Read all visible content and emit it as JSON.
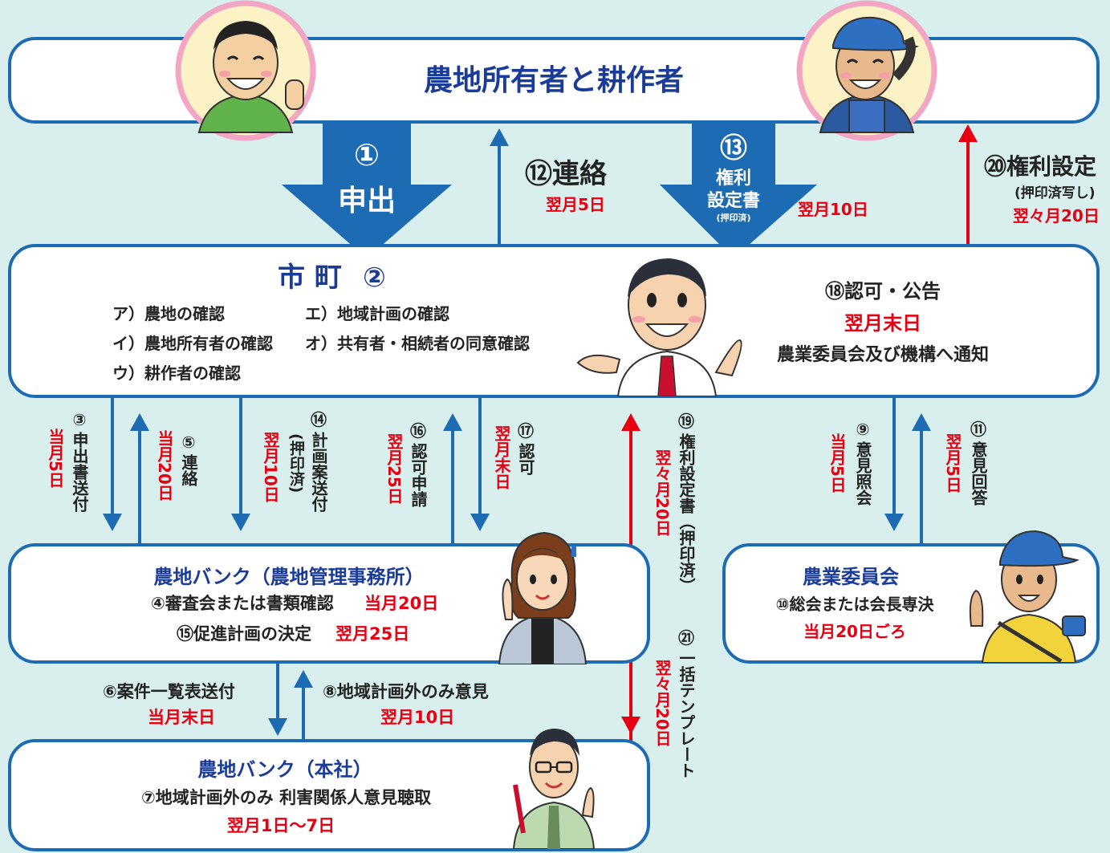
{
  "colors": {
    "background": "#d9efed",
    "box_border": "#1d6bb3",
    "title_blue": "#1a3c98",
    "deadline_red": "#e60012",
    "arrow_blue": "#1d6bb3",
    "arrow_red": "#e60012"
  },
  "top_box": {
    "title": "農地所有者と耕作者"
  },
  "city_box": {
    "title": "市 町",
    "step_num": "②",
    "checks": [
      "ア）農地の確認",
      "イ）農地所有者の確認",
      "ウ）耕作者の確認",
      "エ）地域計画の確認",
      "オ）共有者・相続者の同意確認"
    ],
    "step18_label": "⑱認可・公告",
    "step18_deadline": "翌月末日",
    "step18_note": "農業委員会及び機構へ通知"
  },
  "bank_box": {
    "title": "農地バンク（農地管理事務所）",
    "step4_label": "④審査会または書類確認",
    "step4_deadline": "当月20日",
    "step15_label": "⑮促進計画の決定",
    "step15_deadline": "翌月25日"
  },
  "committee_box": {
    "title": "農業委員会",
    "step10_label": "⑩総会または会長専決",
    "step10_deadline": "当月20日ごろ"
  },
  "hq_box": {
    "title": "農地バンク（本社）",
    "step7_label": "⑦地域計画外のみ 利害関係人意見聴取",
    "step7_deadline": "翌月1日～7日"
  },
  "flows": {
    "s1_num": "①",
    "s1_label": "申出",
    "s12_label": "⑫連絡",
    "s12_deadline": "翌月5日",
    "s13_num": "⑬",
    "s13_line1": "権利",
    "s13_line2": "設定書",
    "s13_note": "(押印済)",
    "s13_deadline": "翌月10日",
    "s20_label": "⑳権利設定",
    "s20_note": "(押印済写し)",
    "s20_deadline": "翌々月20日",
    "s3_num": "③",
    "s3_label": "申出書送付",
    "s3_deadline": "当月5日",
    "s5_num": "⑤",
    "s5_label": "連絡",
    "s5_deadline": "当月20日",
    "s14_num": "⑭",
    "s14_label": "計画案送付",
    "s14_note": "(押印済)",
    "s14_deadline": "翌月10日",
    "s16_num": "⑯",
    "s16_label": "認可申請",
    "s16_deadline": "翌月25日",
    "s17_num": "⑰",
    "s17_label": "認可",
    "s17_deadline": "翌月末日",
    "s19_num": "⑲",
    "s19_label": "権利設定書（押印済）",
    "s19_deadline": "翌々月20日",
    "s21_num": "㉑",
    "s21_label": "一括テンプレート",
    "s21_deadline": "翌々月20日",
    "s9_num": "⑨",
    "s9_label": "意見照会",
    "s9_deadline": "当月5日",
    "s11_num": "⑪",
    "s11_label": "意見回答",
    "s11_deadline": "翌月5日",
    "s6_label": "⑥案件一覧表送付",
    "s6_deadline": "当月末日",
    "s8_label": "⑧地域計画外のみ意見",
    "s8_deadline": "翌月10日"
  },
  "illustrations": {
    "owner": "farmer-owner-icon",
    "cultivator": "farmer-cultivator-icon",
    "official": "city-official-icon",
    "bank_staff": "bank-staff-icon",
    "committee_member": "committee-member-icon",
    "hq_staff": "hq-staff-icon"
  }
}
